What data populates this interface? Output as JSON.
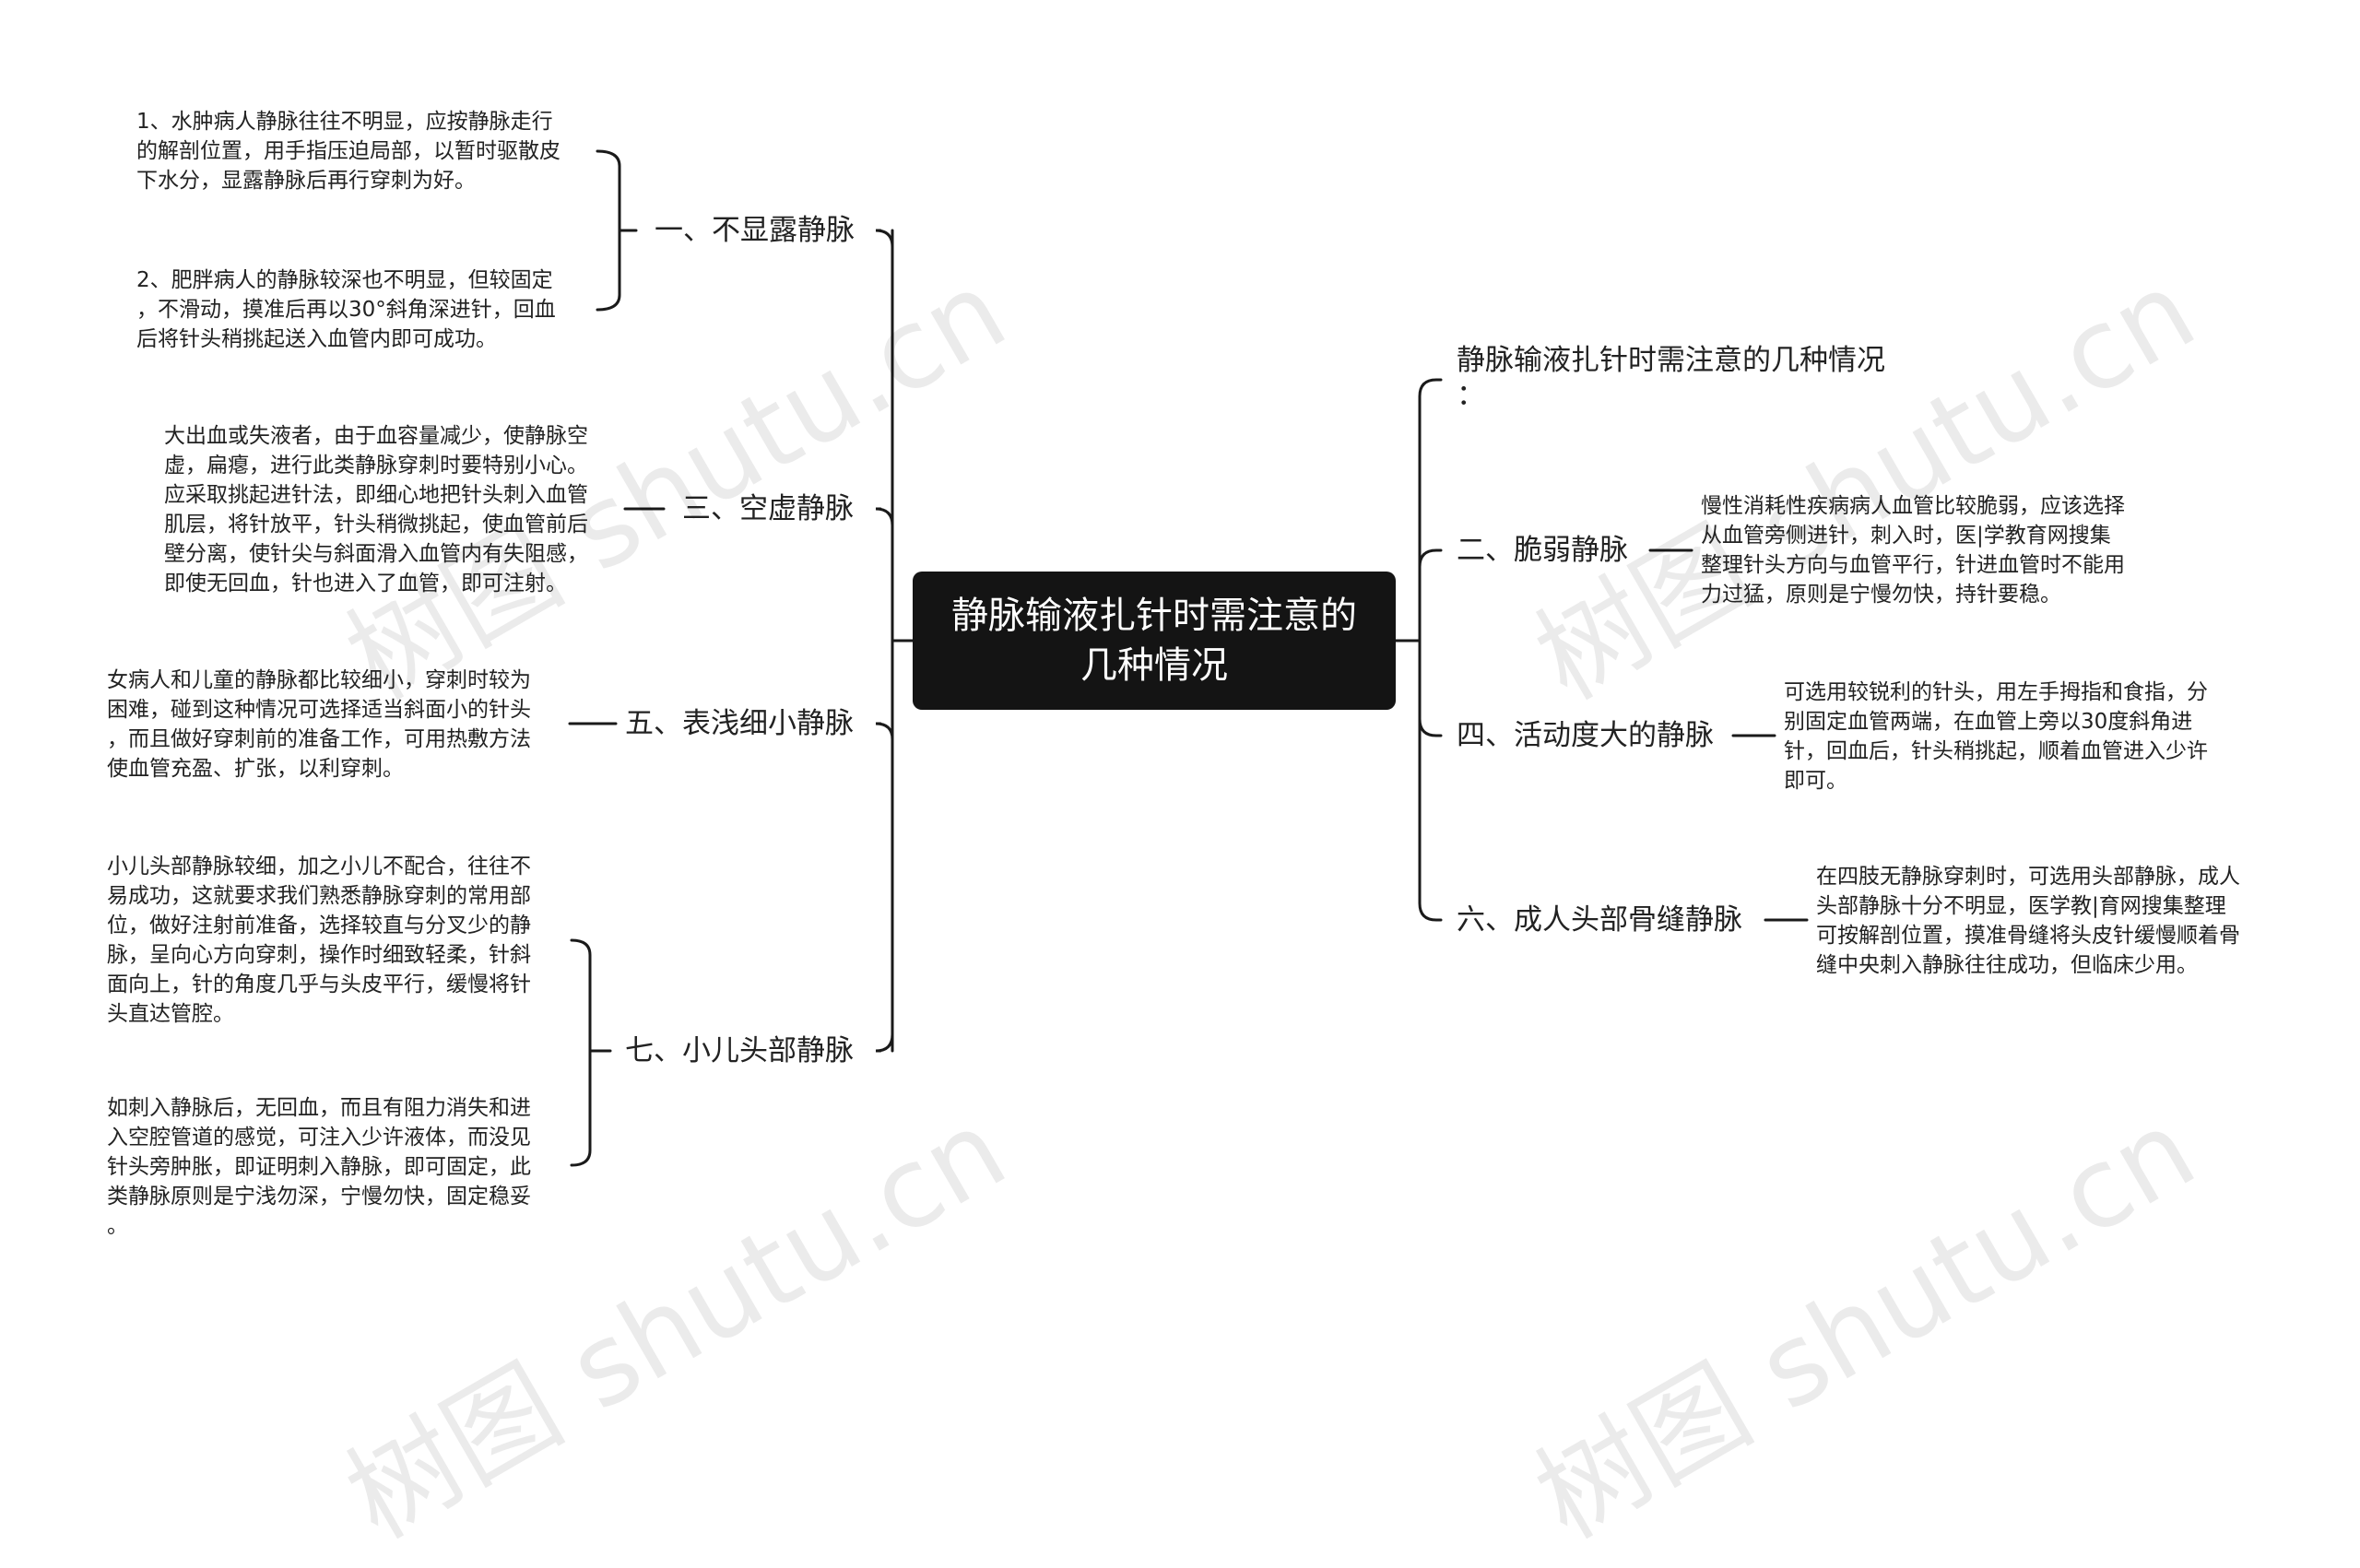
{
  "root": {
    "title_line1": "静脉输液扎针时需注意的",
    "title_line2": "几种情况"
  },
  "left_branches": [
    {
      "label": "一、不显露静脉",
      "leaves": [
        [
          "1、水肿病人静脉往往不明显，应按静脉走行",
          "的解剖位置，用手指压迫局部，以暂时驱散皮",
          "下水分，显露静脉后再行穿刺为好。"
        ],
        [
          "2、肥胖病人的静脉较深也不明显，但较固定",
          "，不滑动，摸准后再以30°斜角深进针，回血",
          "后将针头稍挑起送入血管内即可成功。"
        ]
      ]
    },
    {
      "label": "三、空虚静脉",
      "leaves": [
        [
          "大出血或失液者，由于血容量减少，使静脉空",
          "虚，扁瘪，进行此类静脉穿刺时要特别小心。",
          "应采取挑起进针法，即细心地把针头刺入血管",
          "肌层，将针放平，针头稍微挑起，使血管前后",
          "壁分离，使针尖与斜面滑入血管内有失阻感，",
          "即使无回血，针也进入了血管，即可注射。"
        ]
      ]
    },
    {
      "label": "五、表浅细小静脉",
      "leaves": [
        [
          "女病人和儿童的静脉都比较细小，穿刺时较为",
          "困难，碰到这种情况可选择适当斜面小的针头",
          "，而且做好穿刺前的准备工作，可用热敷方法",
          "使血管充盈、扩张，以利穿刺。"
        ]
      ]
    },
    {
      "label": "七、小儿头部静脉",
      "leaves": [
        [
          "小儿头部静脉较细，加之小儿不配合，往往不",
          "易成功，这就要求我们熟悉静脉穿刺的常用部",
          "位，做好注射前准备，选择较直与分叉少的静",
          "脉，呈向心方向穿刺，操作时细致轻柔，针斜",
          "面向上，针的角度几乎与头皮平行，缓慢将针",
          "头直达管腔。"
        ],
        [
          "如刺入静脉后，无回血，而且有阻力消失和进",
          "入空腔管道的感觉，可注入少许液体，而没见",
          "针头旁肿胀，即证明刺入静脉，即可固定，此",
          "类静脉原则是宁浅勿深，宁慢勿快，固定稳妥",
          "。"
        ]
      ]
    }
  ],
  "right_branches": [
    {
      "label": [
        "静脉输液扎针时需注意的几种情况",
        "："
      ],
      "leaves": []
    },
    {
      "label": [
        "二、脆弱静脉"
      ],
      "leaves": [
        [
          "慢性消耗性疾病病人血管比较脆弱，应该选择",
          "从血管旁侧进针，刺入时，医|学教育网搜集",
          "整理针头方向与血管平行，针进血管时不能用",
          "力过猛，原则是宁慢勿快，持针要稳。"
        ]
      ]
    },
    {
      "label": [
        "四、活动度大的静脉"
      ],
      "leaves": [
        [
          "可选用较锐利的针头，用左手拇指和食指，分",
          "别固定血管两端，在血管上旁以30度斜角进",
          "针，回血后，针头稍挑起，顺着血管进入少许",
          "即可。"
        ]
      ]
    },
    {
      "label": [
        "六、成人头部骨缝静脉"
      ],
      "leaves": [
        [
          "在四肢无静脉穿刺时，可选用头部静脉，成人",
          "头部静脉十分不明显，医学教|育网搜集整理",
          "可按解剖位置，摸准骨缝将头皮针缓慢顺着骨",
          "缝中央刺入静脉往往成功，但临床少用。"
        ]
      ]
    }
  ],
  "watermark": "树图 shutu.cn",
  "colors": {
    "root_bg": "#141414",
    "line": "#1a1a1a"
  }
}
